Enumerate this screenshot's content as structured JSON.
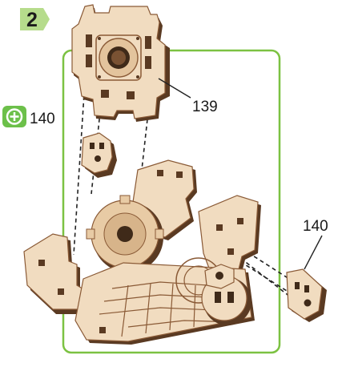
{
  "step": {
    "number": "2"
  },
  "labels": {
    "top_panel": "139",
    "left_part": "140",
    "right_part": "140"
  },
  "icons": {
    "add_marker": "plus-circle-icon"
  },
  "colors": {
    "frame_green": "#7cc242",
    "step_badge": "#b6dc8c",
    "wood_light": "#f1dcc0",
    "wood_mid": "#e3c49d",
    "wood_edge": "#8a5a36",
    "wood_dark": "#5a3a22"
  }
}
